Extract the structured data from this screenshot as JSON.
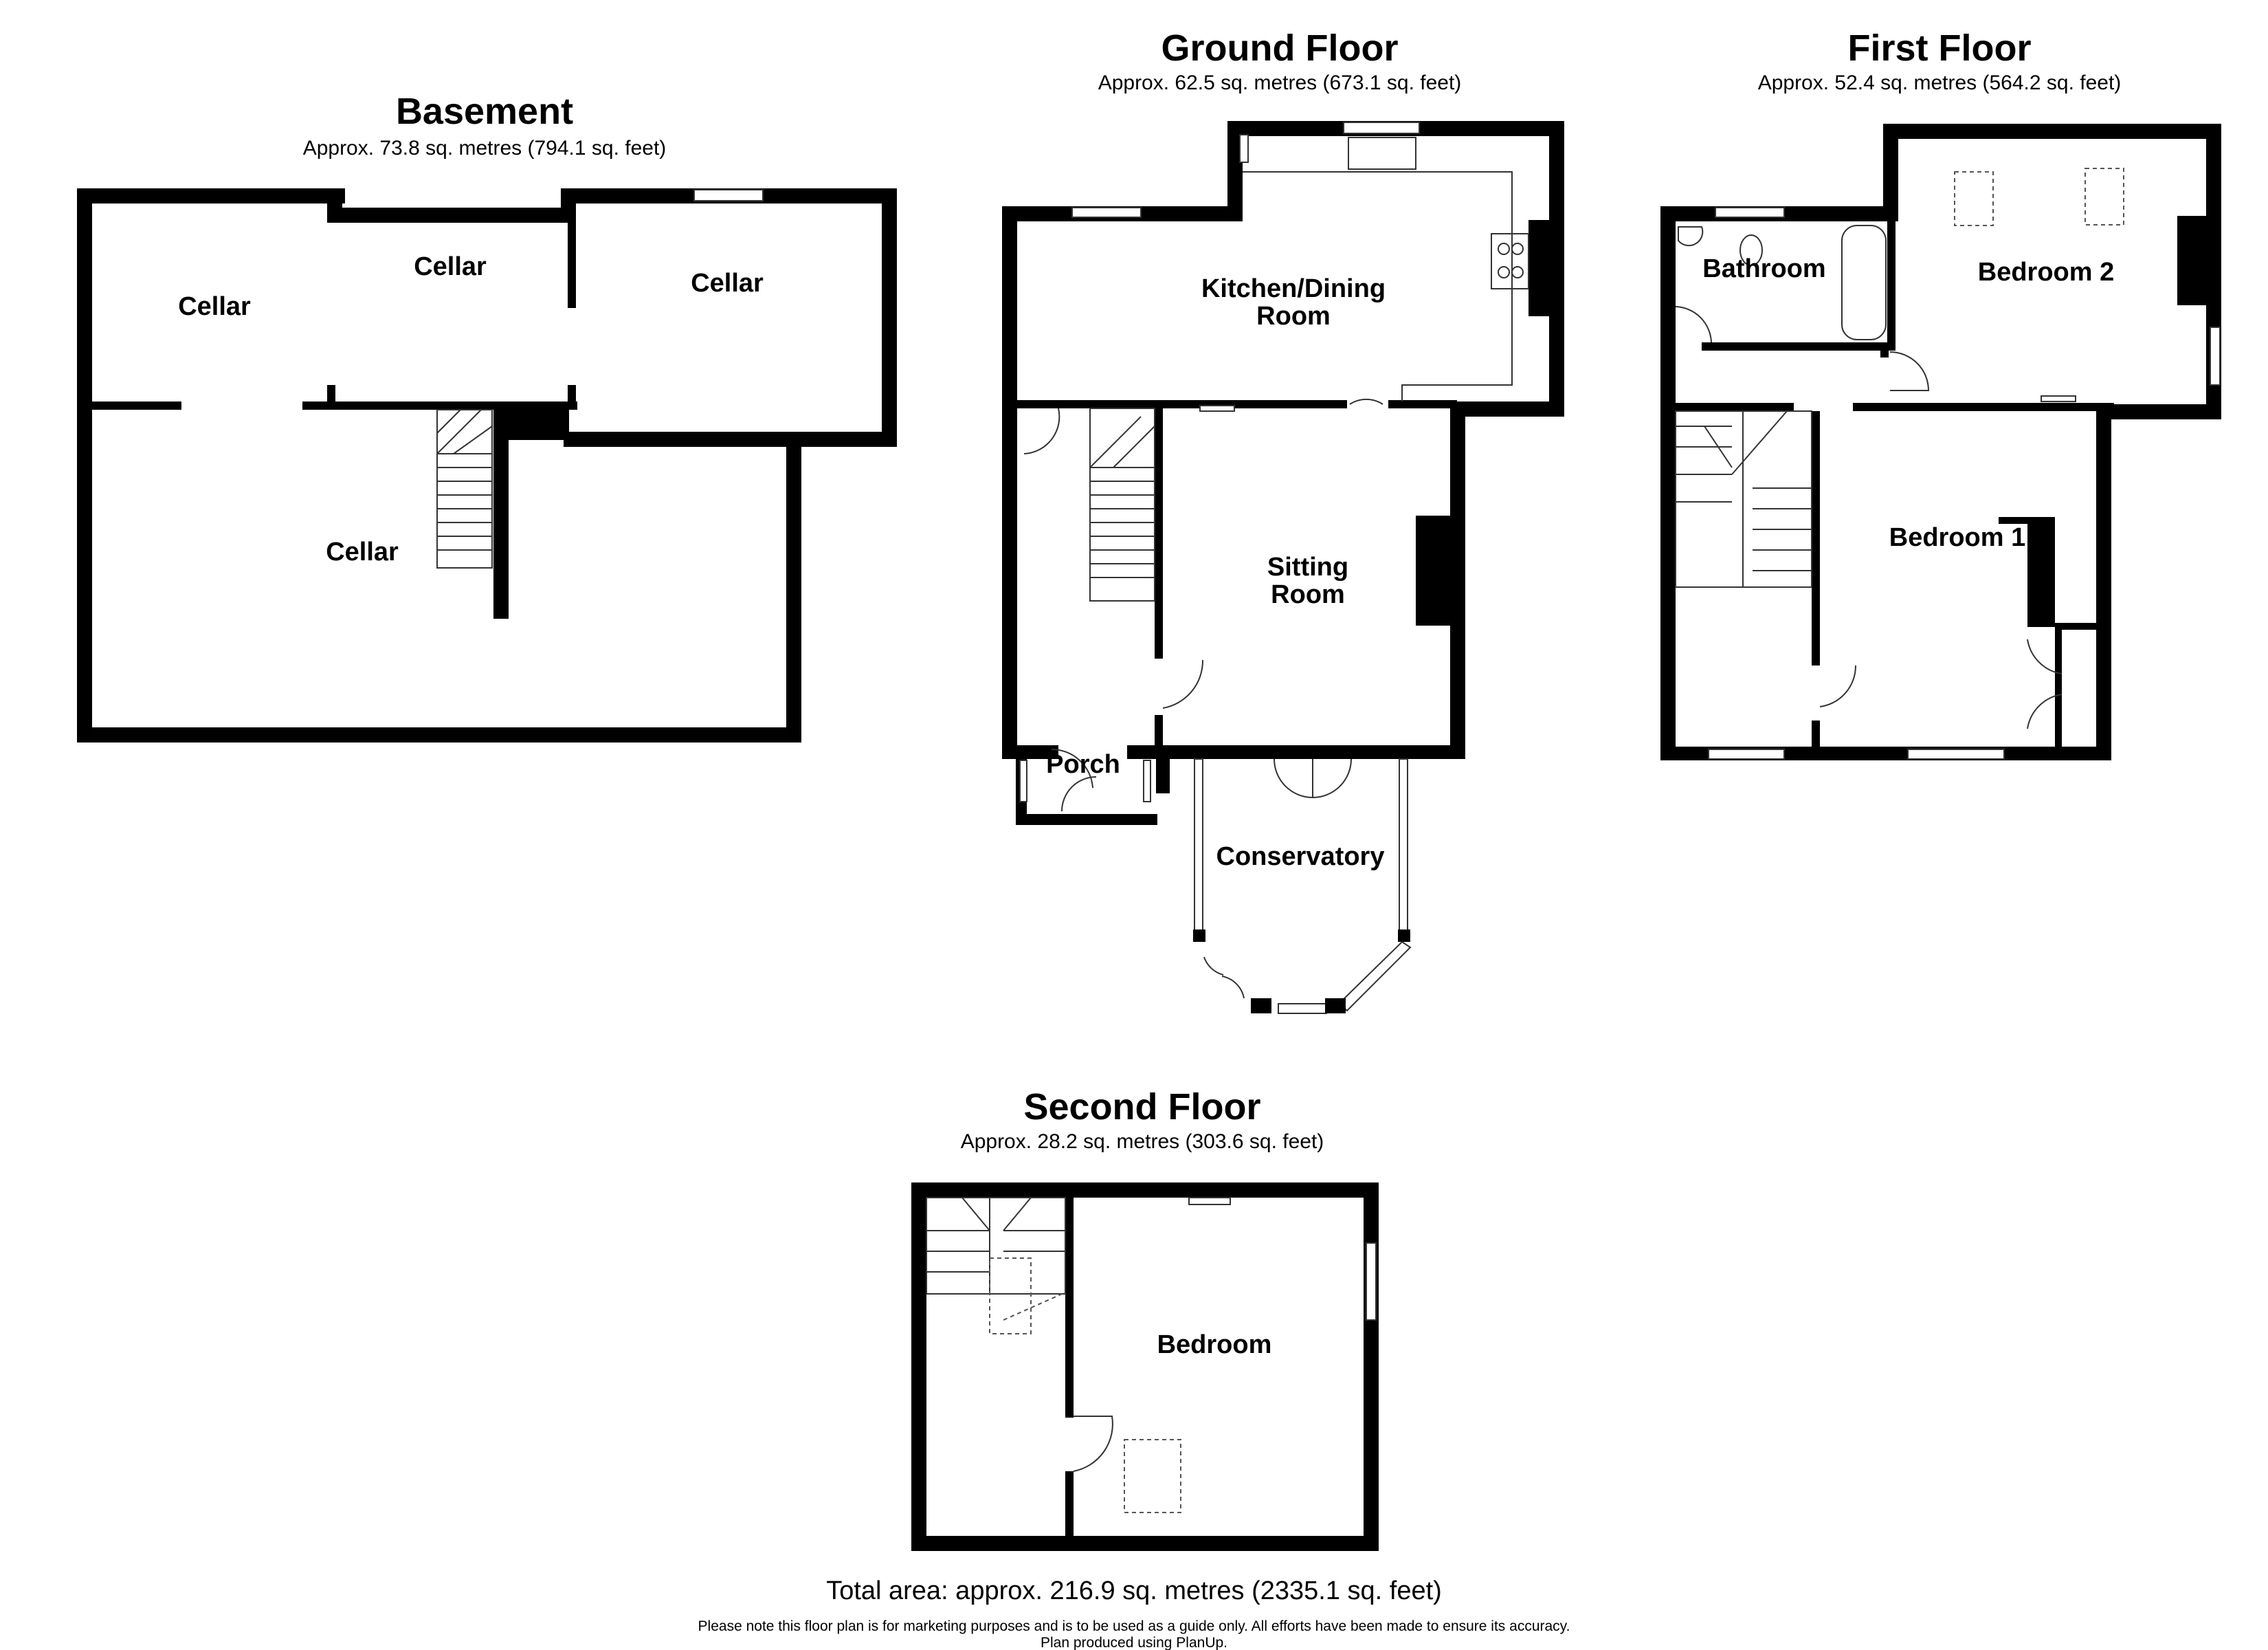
{
  "floors": {
    "basement": {
      "title": "Basement",
      "area": "Approx. 73.8 sq. metres (794.1 sq. feet)",
      "rooms": [
        "Cellar",
        "Cellar",
        "Cellar",
        "Cellar"
      ]
    },
    "ground": {
      "title": "Ground Floor",
      "area": "Approx. 62.5 sq. metres (673.1 sq. feet)",
      "rooms": {
        "kitchen_1": "Kitchen/Dining",
        "kitchen_2": "Room",
        "sitting_1": "Sitting",
        "sitting_2": "Room",
        "porch": "Porch",
        "conservatory": "Conservatory"
      }
    },
    "first": {
      "title": "First Floor",
      "area": "Approx. 52.4 sq. metres (564.2 sq. feet)",
      "rooms": {
        "bathroom": "Bathroom",
        "bedroom2": "Bedroom 2",
        "bedroom1": "Bedroom 1"
      }
    },
    "second": {
      "title": "Second Floor",
      "area": "Approx. 28.2 sq. metres (303.6 sq. feet)",
      "rooms": {
        "bedroom": "Bedroom"
      }
    }
  },
  "footer": {
    "total": "Total area: approx. 216.9 sq. metres (2335.1 sq. feet)",
    "note_1": "Please note this floor plan is for marketing purposes and is to be used as a guide only. All efforts have been made to ensure its accuracy.",
    "note_2": "Plan produced using PlanUp."
  }
}
